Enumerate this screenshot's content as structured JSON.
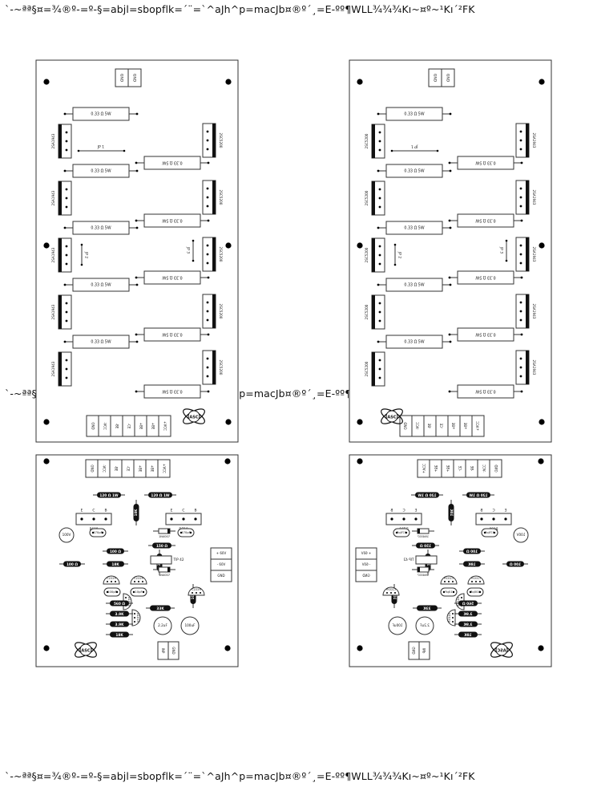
{
  "header_text": "`-~ªª§¤=¾®º-=º-§=abjl=sbopflk=´¨=`^aJh^p=macJb¤®º´¸=E-ºº¶WLL¾¾¾Kı~¤º~¹Kı´²FK",
  "output_stage": {
    "resistor_label": "0.33 Ω 5W",
    "jumper_1": "JP 1",
    "jumper_2": "JP 2",
    "jumper_3": "JP 3",
    "transistor_pnp": "2SA1943",
    "transistor_npn": "2SC5200",
    "ground_label": "GND",
    "terminals": [
      "GND",
      "-VCC",
      "-BE",
      "-CE",
      "+BE",
      "+BE",
      "+VCC"
    ]
  },
  "driver_stage": {
    "terminals": [
      "GND",
      "-VCC",
      "-BE",
      "-CE",
      "+BE",
      "+BE",
      "+VCC"
    ],
    "r120": "120 Ω 1W",
    "r150": "150 Ω",
    "r100": "100 Ω",
    "r10k": "10K",
    "r33k": "33K",
    "r560": "560 Ω",
    "r39k": "3.9K",
    "r18k": "18K",
    "c470": "470pF",
    "c100p": "100pF",
    "c10p": "10pF",
    "cap100": "100uF",
    "cap22": "2.2uF",
    "c33k": "33K",
    "d1n": "1N4007",
    "t_d718": "D718",
    "t_b688": "B688",
    "t_tip42": "TIP 42",
    "t_c2229": "C2229",
    "t_a1015": "A1015",
    "v_plus": "+ 60V",
    "v_minus": "- 60V",
    "v_gnd": "GND",
    "v_100v": "100V",
    "e": "E",
    "c": "C",
    "b": "B",
    "inp": "INP",
    "gnd_small": "GND",
    "logo": "ASC"
  }
}
